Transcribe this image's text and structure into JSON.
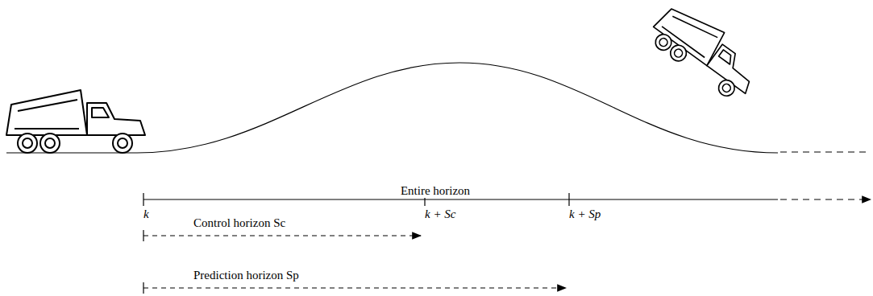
{
  "diagram": {
    "labels": [
      "Entire horizon",
      "k",
      "k + Sc",
      "k + Sp",
      "Control horizon Sc",
      "Prediction horizon Sp"
    ]
  }
}
